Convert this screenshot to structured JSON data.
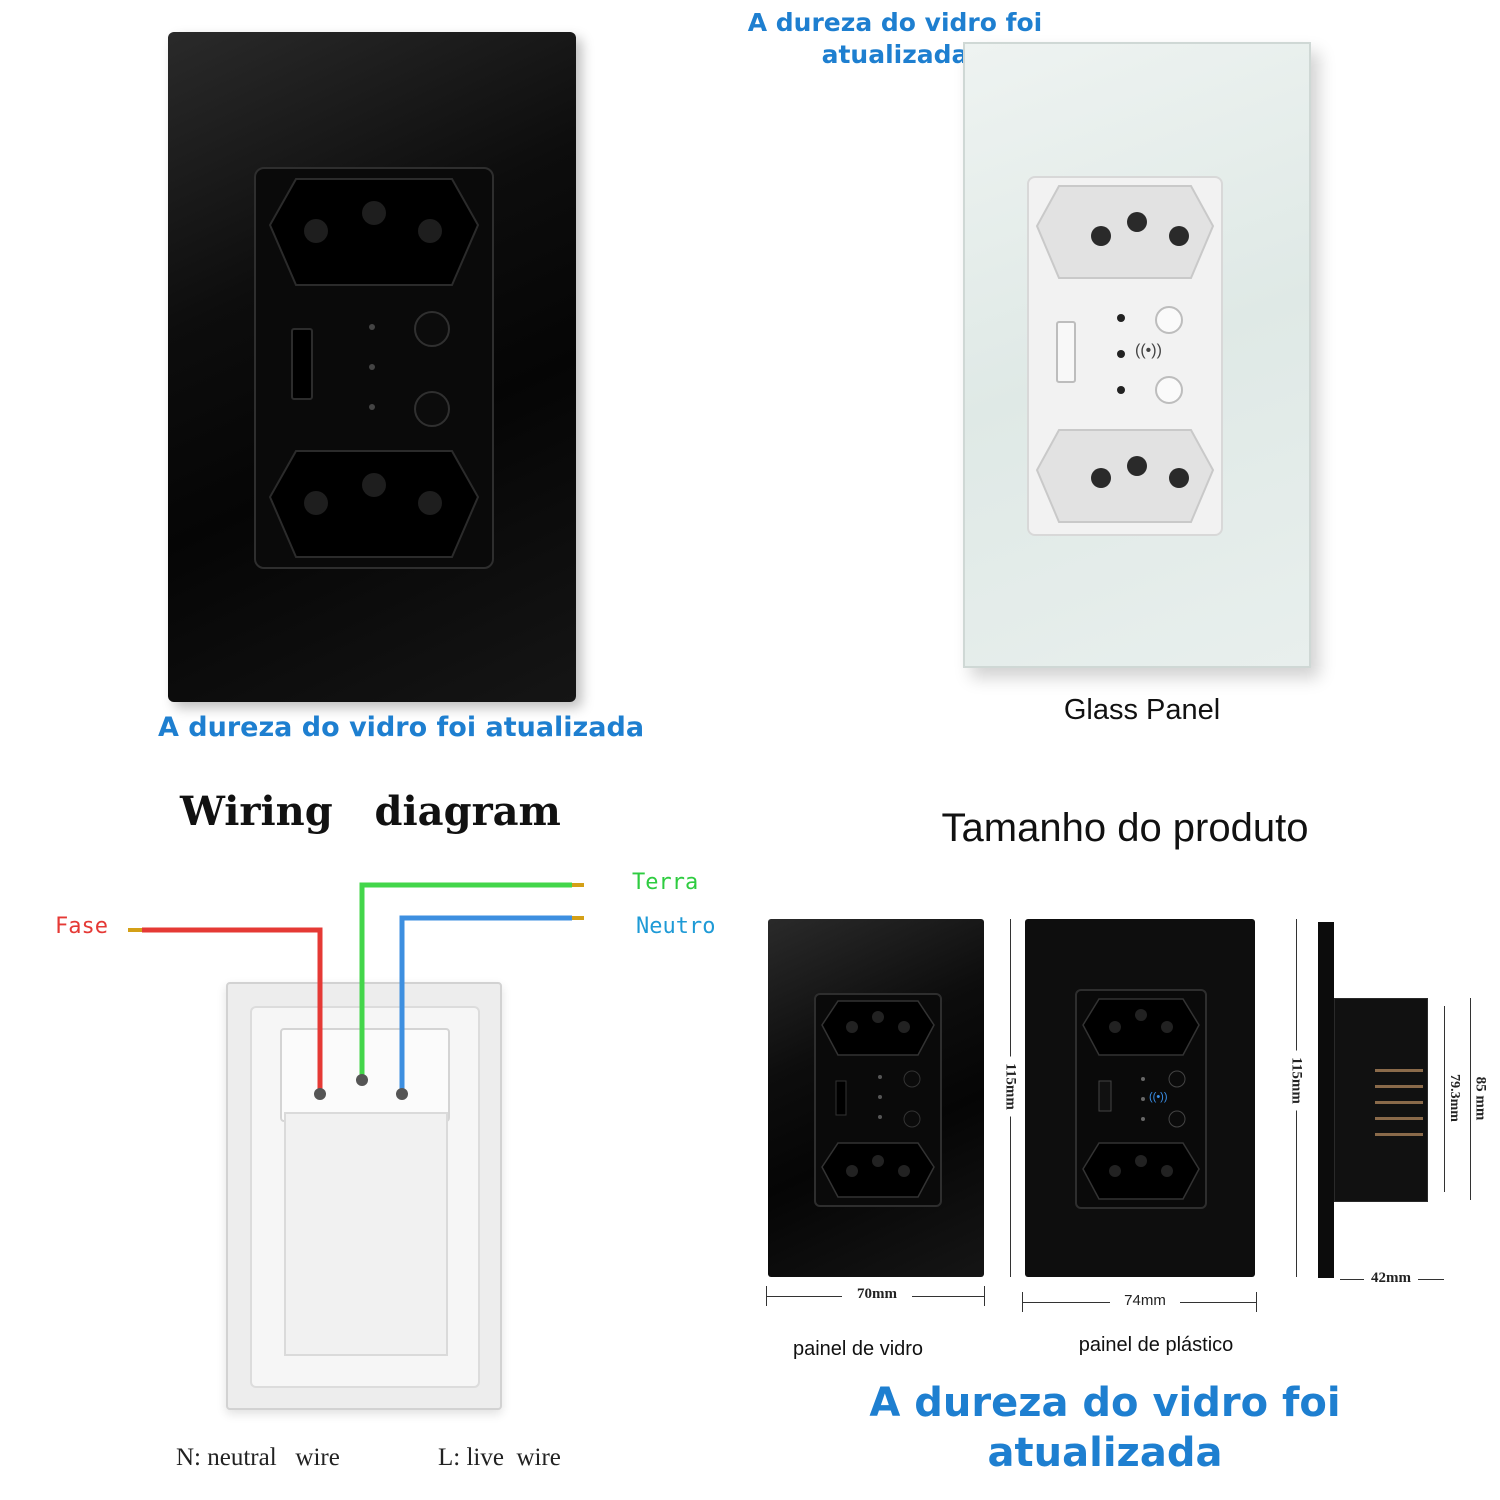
{
  "top_left": {
    "caption": "A dureza do vidro foi atualizada"
  },
  "top_right": {
    "caption_line1": "A dureza do vidro foi",
    "caption_line2": "atualizada",
    "panel_label": "Glass Panel"
  },
  "wiring": {
    "title": "Wiring   diagram",
    "fase": "Fase",
    "terra": "Terra",
    "neutro": "Neutro",
    "legend_n": "N: neutral   wire",
    "legend_l": "L: live  wire",
    "colors": {
      "fase": "#e53935",
      "terra": "#43d64a",
      "neutro": "#3d8fe0"
    }
  },
  "product_size": {
    "title": "Tamanho do produto",
    "glass_height": "115mm",
    "glass_width": "70mm",
    "plastic_height": "115mm",
    "plastic_width": "74mm",
    "depth": "42mm",
    "side_outer": "85 mm",
    "side_inner": "79.3mm",
    "label_glass": "painel de vidro",
    "label_plastic": "painel de plástico",
    "caption_line1": "A dureza do vidro foi",
    "caption_line2": "atualizada"
  }
}
